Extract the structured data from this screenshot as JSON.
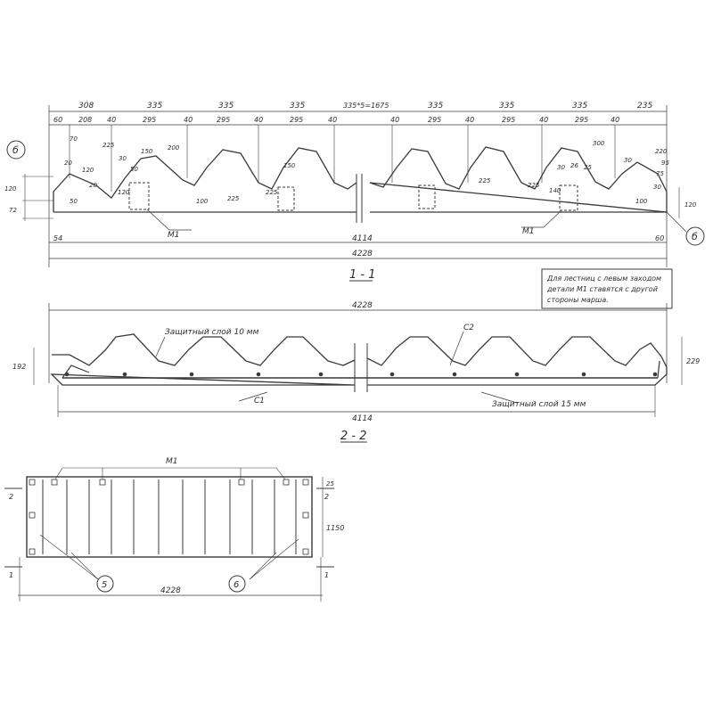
{
  "plan": {
    "marker_left": "б",
    "marker_right": "б",
    "top_dims": [
      "308",
      "335",
      "335",
      "335",
      "335*5=1675",
      "335",
      "335",
      "335",
      "235"
    ],
    "sub_dims": [
      "60",
      "208",
      "40",
      "295",
      "40",
      "295",
      "40",
      "295",
      "40",
      "40",
      "295",
      "40",
      "295",
      "40",
      "295",
      "40"
    ],
    "small_dims": [
      "70",
      "20",
      "120",
      "20",
      "50",
      "30",
      "50",
      "225",
      "120",
      "150",
      "200",
      "150",
      "100",
      "225",
      "225",
      "225",
      "225",
      "140",
      "300",
      "220",
      "95",
      "75",
      "100",
      "30",
      "30",
      "26",
      "25",
      "30"
    ],
    "left_height_dims": [
      "120",
      "72"
    ],
    "right_height_dim": "120",
    "part_label_left": "М1",
    "part_label_right": "М1",
    "bottom_left_dim": "54",
    "inner_length": "4114",
    "bottom_right_dim": "60",
    "overall_length": "4228"
  },
  "note": {
    "line1": "Для лестниц с левым заходом",
    "line2": "детали М1 ставятся с другой",
    "line3": "стороны марша."
  },
  "section_1_1": {
    "title": "1 - 1",
    "overall_length": "4228",
    "cover_top": "Защитный  слой  10 мм",
    "bar_c2": "С2",
    "bar_c1": "С1",
    "cover_bottom": "Защитный  слой  15 мм",
    "height_left": "192",
    "height_right": "229",
    "inner_length": "4114"
  },
  "section_2_2": {
    "title": "2 - 2",
    "part_label": "М1",
    "cut_mark_top_left": "2",
    "cut_mark_top_right": "2",
    "cut_mark_bottom_left": "1",
    "cut_mark_bottom_right": "1",
    "width_dim": "1150",
    "edge_dim": "25",
    "marker_5": "5",
    "marker_6": "6",
    "overall_length": "4228"
  }
}
